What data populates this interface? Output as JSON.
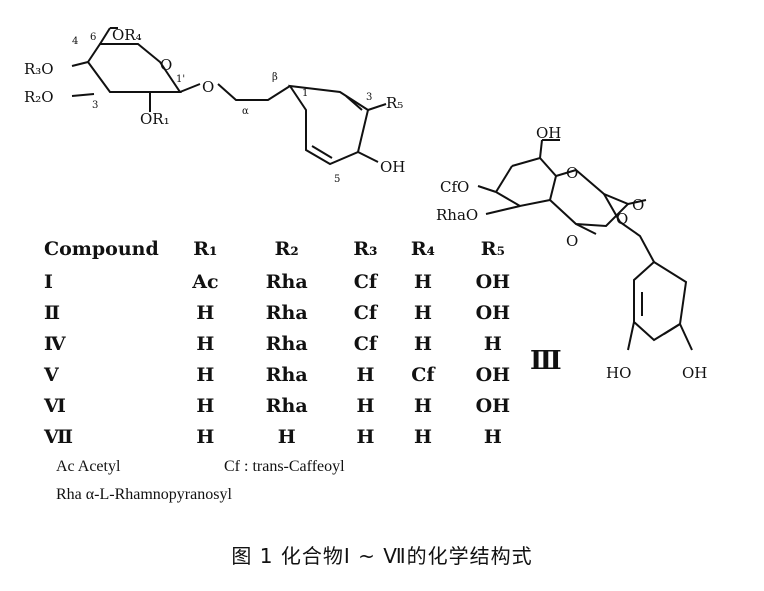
{
  "struct1": {
    "labels": {
      "or4": "OR₄",
      "r3o": "R₃O",
      "r2o": "R₂O",
      "or1": "OR₁",
      "o_ring": "O",
      "o_link": "O",
      "r5": "R₅",
      "oh": "OH",
      "pos_4": "4",
      "pos_6": "6",
      "pos_1p": "1'",
      "pos_3": "3",
      "pos_beta": "β",
      "pos_alpha": "α",
      "pos_1": "1",
      "pos_3b": "3",
      "pos_5": "5"
    }
  },
  "struct2": {
    "labels": {
      "oh_top": "OH",
      "cfo": "CfO",
      "o1": "O",
      "o2": "O",
      "rhao": "RhaO",
      "o3": "O",
      "o4": "O",
      "ho": "HO",
      "oh": "OH"
    },
    "numeral": "Ⅲ"
  },
  "table": {
    "headers": [
      "Compound",
      "R₁",
      "R₂",
      "R₃",
      "R₄",
      "R₅"
    ],
    "rows": [
      [
        "Ⅰ",
        "Ac",
        "Rha",
        "Cf",
        "H",
        "OH"
      ],
      [
        "Ⅱ",
        "H",
        "Rha",
        "Cf",
        "H",
        "OH"
      ],
      [
        "Ⅳ",
        "H",
        "Rha",
        "Cf",
        "H",
        "H"
      ],
      [
        "Ⅴ",
        "H",
        "Rha",
        "H",
        "Cf",
        "OH"
      ],
      [
        "Ⅵ",
        "H",
        "Rha",
        "H",
        "H",
        "OH"
      ],
      [
        "Ⅶ",
        "H",
        "H",
        "H",
        "H",
        "H"
      ]
    ]
  },
  "legend": {
    "ac": "Ac  Acetyl",
    "cf": "Cf : trans-Caffeoyl",
    "rha": "Rha  α-L-Rhamnopyranosyl"
  },
  "caption": "图 1   化合物Ⅰ ~ Ⅶ的化学结构式"
}
